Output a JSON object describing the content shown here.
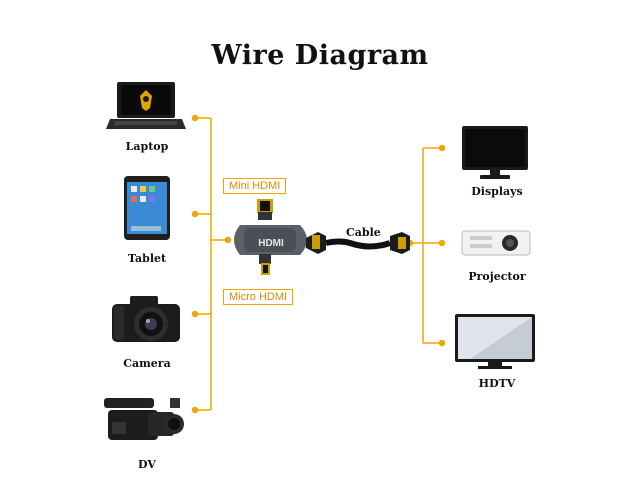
{
  "title": "Wire Diagram",
  "left_devices": [
    {
      "label": "Laptop",
      "icon": "laptop-icon"
    },
    {
      "label": "Tablet",
      "icon": "tablet-icon"
    },
    {
      "label": "Camera",
      "icon": "camera-icon"
    },
    {
      "label": "DV",
      "icon": "camcorder-icon"
    }
  ],
  "right_devices": [
    {
      "label": "Displays",
      "icon": "monitor-icon"
    },
    {
      "label": "Projector",
      "icon": "projector-icon"
    },
    {
      "label": "HDTV",
      "icon": "tv-icon"
    }
  ],
  "adapter": {
    "mini_label": "Mini HDMI",
    "micro_label": "Micro HDMI",
    "body_text": "HDMI"
  },
  "cable_label": "Cable",
  "colors": {
    "connector_line": "#f0a500",
    "tag_text": "#e08a00"
  }
}
